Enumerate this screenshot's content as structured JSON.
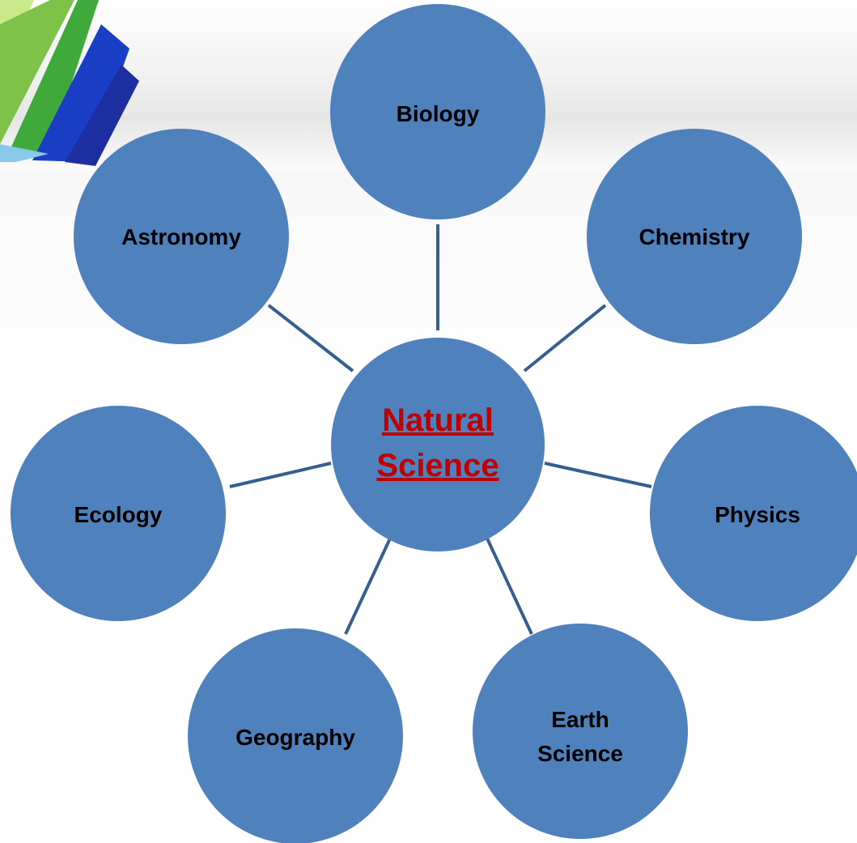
{
  "colors": {
    "node_fill": "#4f81bd",
    "connector": "#355f8f",
    "hub_text": "#c00000",
    "node_text": "#000000"
  },
  "hub": {
    "line1": "Natural",
    "line2": "Science"
  },
  "nodes": [
    {
      "id": "biology",
      "lines": [
        "Biology"
      ]
    },
    {
      "id": "chemistry",
      "lines": [
        "Chemistry"
      ]
    },
    {
      "id": "physics",
      "lines": [
        "Physics"
      ]
    },
    {
      "id": "earth-science",
      "lines": [
        "Earth",
        "Science"
      ]
    },
    {
      "id": "geography",
      "lines": [
        "Geography"
      ]
    },
    {
      "id": "ecology",
      "lines": [
        "Ecology"
      ]
    },
    {
      "id": "astronomy",
      "lines": [
        "Astronomy"
      ]
    }
  ]
}
